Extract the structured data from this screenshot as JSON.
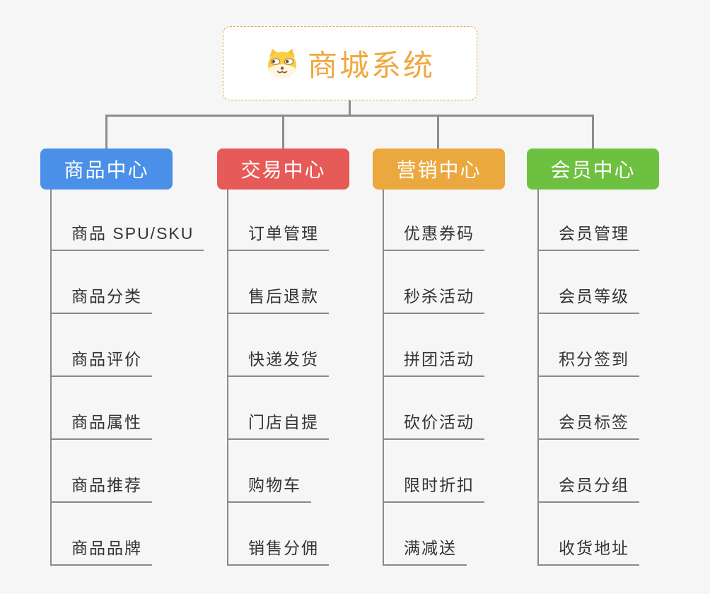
{
  "root": {
    "title": "商城系统",
    "icon": "dog-face-icon",
    "title_color": "#EFA93F",
    "border_color": "#DFA94E"
  },
  "branches": [
    {
      "label": "商品中心",
      "color": "#4A90E8",
      "children": [
        "商品 SPU/SKU",
        "商品分类",
        "商品评价",
        "商品属性",
        "商品推荐",
        "商品品牌"
      ]
    },
    {
      "label": "交易中心",
      "color": "#E65A57",
      "children": [
        "订单管理",
        "售后退款",
        "快递发货",
        "门店自提",
        "购物车",
        "销售分佣"
      ]
    },
    {
      "label": "营销中心",
      "color": "#EAA83E",
      "children": [
        "优惠券码",
        "秒杀活动",
        "拼团活动",
        "砍价活动",
        "限时折扣",
        "满减送"
      ]
    },
    {
      "label": "会员中心",
      "color": "#6EC041",
      "children": [
        "会员管理",
        "会员等级",
        "积分签到",
        "会员标签",
        "会员分组",
        "收货地址"
      ]
    }
  ],
  "colors": {
    "background": "#F6F6F6",
    "connector": "#8C8C8C",
    "underline": "#8A8A8A",
    "leaf_text": "#333333",
    "branch_text": "#FFFFFF"
  }
}
